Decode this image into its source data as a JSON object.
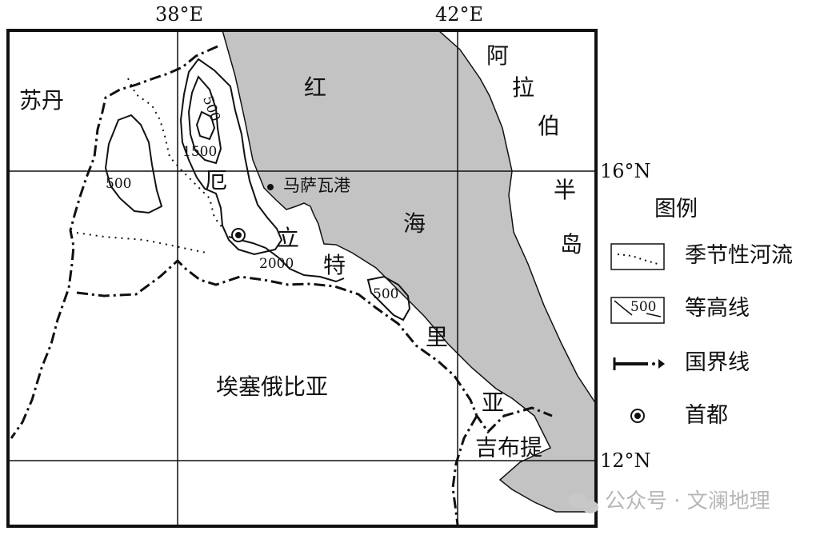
{
  "coords": {
    "lon_38": "38°E",
    "lon_42": "42°E",
    "lat_16": "16°N",
    "lat_12": "12°N"
  },
  "places": {
    "sudan": "苏丹",
    "red_sea": [
      "红",
      "海"
    ],
    "arabian_peninsula": [
      "阿",
      "拉",
      "伯",
      "半",
      "岛"
    ],
    "eritrea": [
      "厄",
      "立",
      "特",
      "里",
      "亚"
    ],
    "massawa": "马萨瓦港",
    "ethiopia": "埃塞俄比亚",
    "djibouti": "吉布提"
  },
  "contours": {
    "c500a": "500",
    "c500b": "500",
    "c500c": "500",
    "c1500": "1500",
    "c2000": "2000"
  },
  "legend": {
    "title": "图例",
    "items": [
      {
        "label": "季节性河流",
        "icon": "seasonal-river-icon"
      },
      {
        "label": "等高线",
        "icon": "contour-line-icon",
        "sample": "500"
      },
      {
        "label": "国界线",
        "icon": "national-border-icon"
      },
      {
        "label": "首都",
        "icon": "capital-icon"
      }
    ]
  },
  "watermark": "公众号 · 文澜地理",
  "colors": {
    "sea": "#c3c3c3",
    "land": "#ffffff",
    "line": "#111111"
  }
}
